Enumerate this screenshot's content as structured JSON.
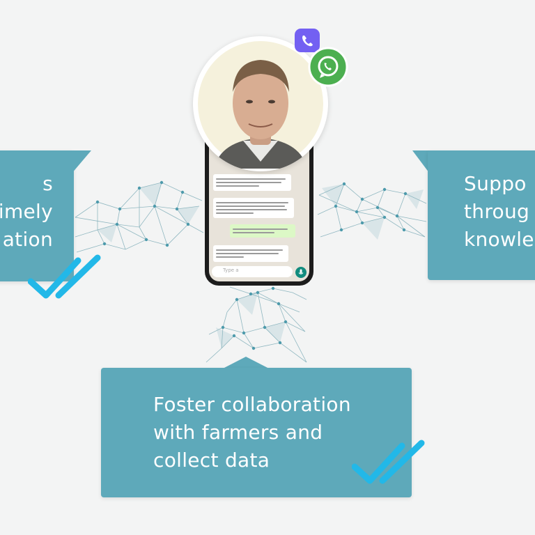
{
  "colors": {
    "card": "#5ea9ba",
    "check": "#22b8e8",
    "network": "#8fb7c0",
    "background": "#f3f4f4",
    "viber": "#7360f2",
    "whatsapp": "#4caf50"
  },
  "icons": {
    "viber": "viber-icon",
    "whatsapp": "whatsapp-icon",
    "check": "double-check-icon",
    "mic": "mic-icon"
  },
  "cards": {
    "left": {
      "lines": [
        "s",
        "imely",
        "ation"
      ]
    },
    "right": {
      "lines": [
        "Suppo",
        "throug",
        "knowle"
      ]
    },
    "bottom": {
      "lines": [
        "Foster collaboration",
        "with farmers and",
        "collect data"
      ]
    }
  },
  "phone": {
    "input_placeholder": "Type a"
  }
}
